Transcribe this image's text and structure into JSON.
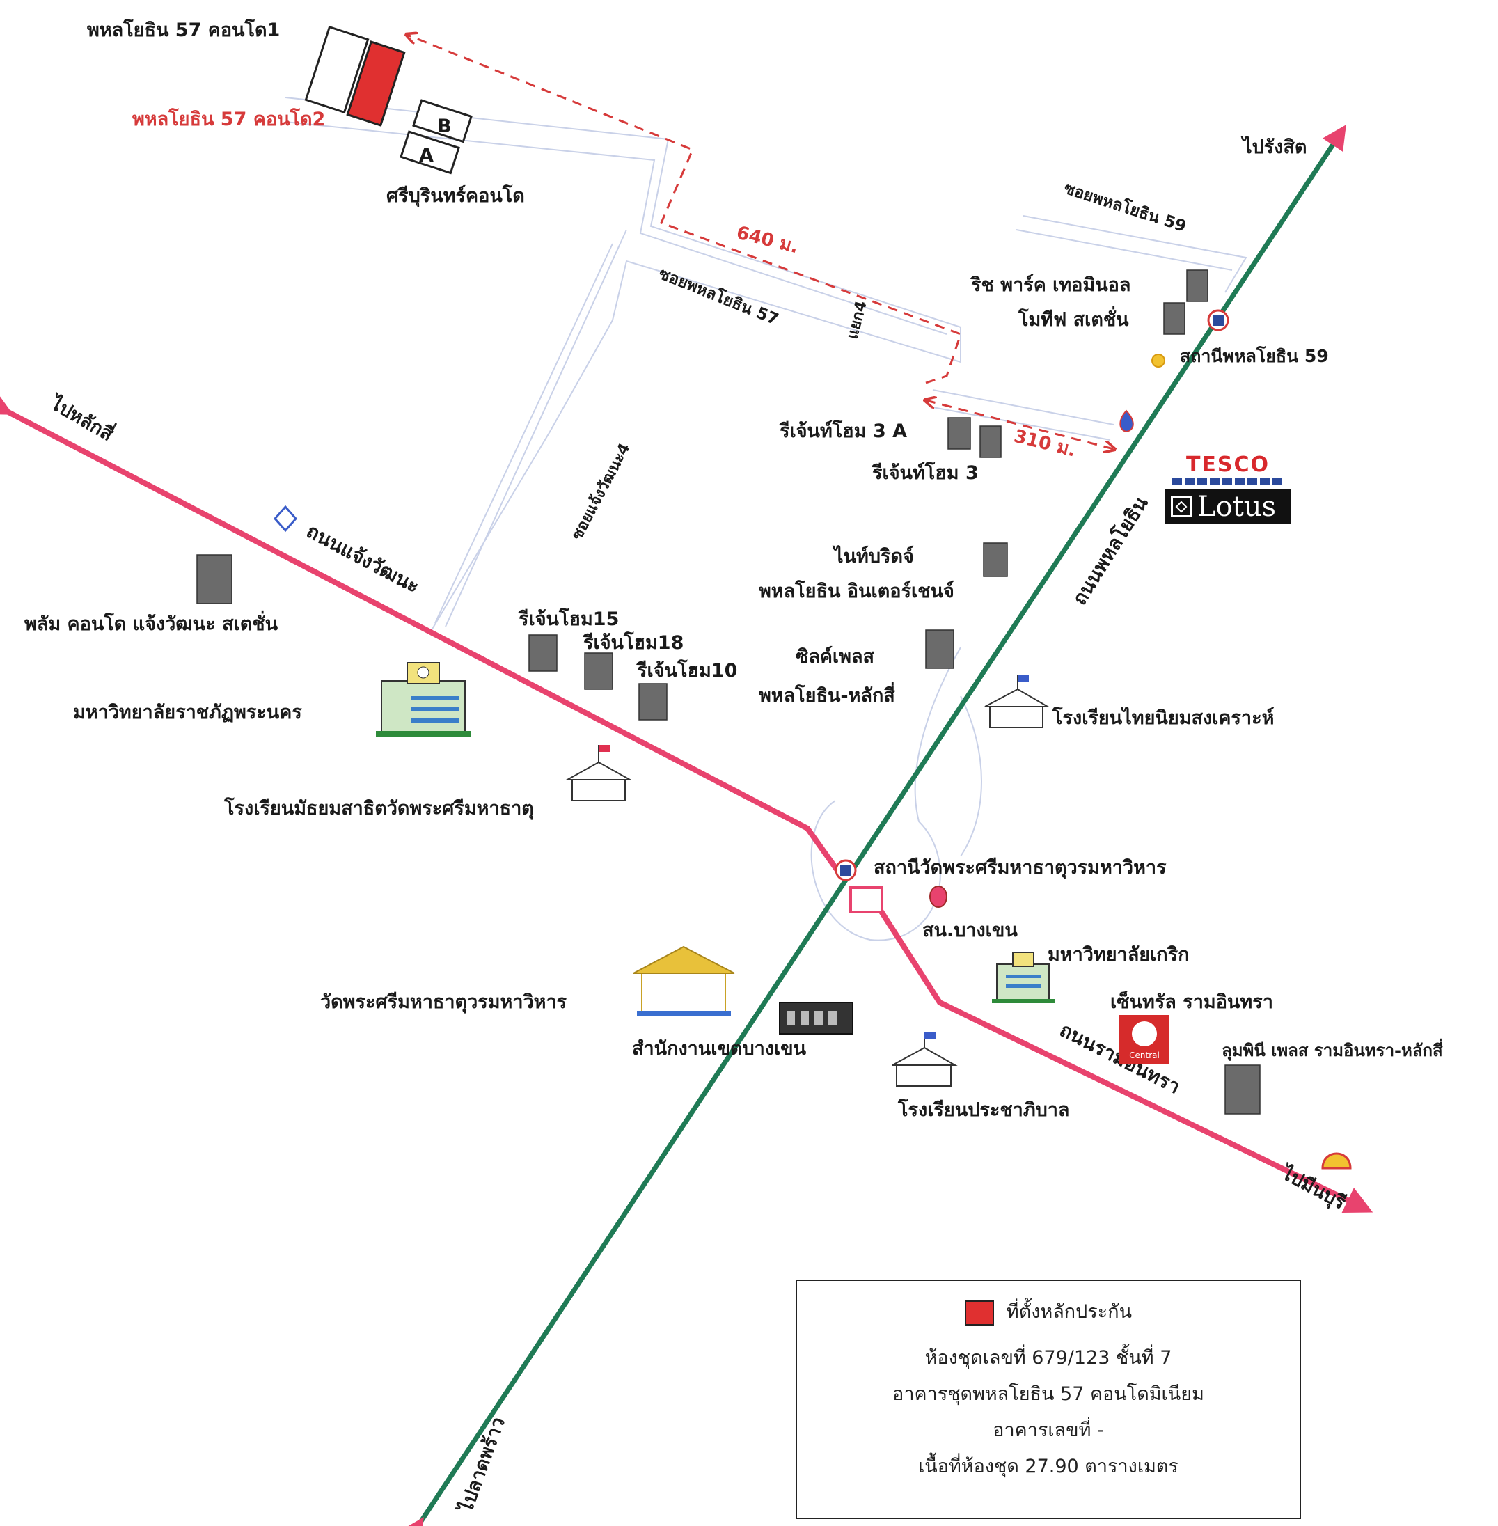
{
  "colors": {
    "road_red": "#e8436e",
    "road_green": "#1f7a55",
    "dashed_route": "#d63a3a",
    "collateral_fill": "#e03030",
    "soi_outline": "#c9d1e8"
  },
  "top_left": {
    "condo1": "พหลโยธิน 57 คอนโด1",
    "condo2": "พหลโยธิน 57 คอนโด2",
    "srichaburin": "ศรีบุรินทร์คอนโด",
    "bldg_b": "B",
    "bldg_a": "A"
  },
  "distances": {
    "d640": "640 ม.",
    "d310": "310 ม."
  },
  "sois": {
    "soi57": "ซอยพหลโยธิน 57",
    "yaek4": "แยก4",
    "soi59": "ซอยพหลโยธิน 59",
    "ngamwong4": "ซอยแจ้งวัฒนะ4"
  },
  "roads": {
    "phahonyothin": "ถนนพหลโยธิน",
    "chaengwattana": "ถนนแจ้งวัฒนะ",
    "ramintra": "ถนนรามอินทรา"
  },
  "directions": {
    "to_rangsit": "ไปรังสิต",
    "to_laksi": "ไปหลักสี่",
    "to_ladprao": "ไปลาดพร้าว",
    "to_minburi": "ไปมีนบุรี"
  },
  "places": {
    "rich_park": "ริช พาร์ค เทอมินอล",
    "motif": "โมทีฟ สเตชั่น",
    "station59": "สถานีพหลโยธิน 59",
    "regent3a": "รีเจ้นท์โฮม 3 A",
    "regent3": "รีเจ้นท์โฮม 3",
    "knightsbridge": "ไนท์บริดจ์",
    "knightsbridge2": "พหลโยธิน อินเตอร์เชนจ์",
    "plum": "พลัม คอนโด แจ้งวัฒนะ สเตชั่น",
    "regent15": "รีเจ้นโฮม15",
    "regent18": "รีเจ้นโฮม18",
    "regent10": "รีเจ้นโฮม10",
    "silk_place": "ซิลค์เพลส",
    "silk_place2": "พหลโยธิน-หลักสี่",
    "rajabhat": "มหาวิทยาลัยราชภัฏพระนคร",
    "thainiyom": "โรงเรียนไทยนิยมสงเคราะห์",
    "mathayom": "โรงเรียนมัธยมสาธิตวัดพระศรีมหาธาตุ",
    "station_wat": "สถานีวัดพระศรีมหาธาตุวรมหาวิหาร",
    "police": "สน.บางเขน",
    "kasem": "มหาวิทยาลัยเกริก",
    "wat": "วัดพระศรีมหาธาตุวรมหาวิหาร",
    "central": "เซ็นทรัล รามอินทรา",
    "lumpini": "ลุมพินี เพลส รามอินทรา-หลักสี่",
    "district_office": "สำนักงานเขตบางเขน",
    "prachapiban": "โรงเรียนประชาภิบาล"
  },
  "logos": {
    "tesco": "TESCO",
    "lotus": "Lotus",
    "central_small": "Central"
  },
  "legend": {
    "title": "ที่ตั้งหลักประกัน",
    "line1": "ห้องชุดเลขที่ 679/123 ชั้นที่ 7",
    "line2": "อาคารชุดพหลโยธิน 57 คอนโดมิเนียม",
    "line3": "อาคารเลขที่ -",
    "line4": "เนื้อที่ห้องชุด 27.90 ตารางเมตร"
  }
}
